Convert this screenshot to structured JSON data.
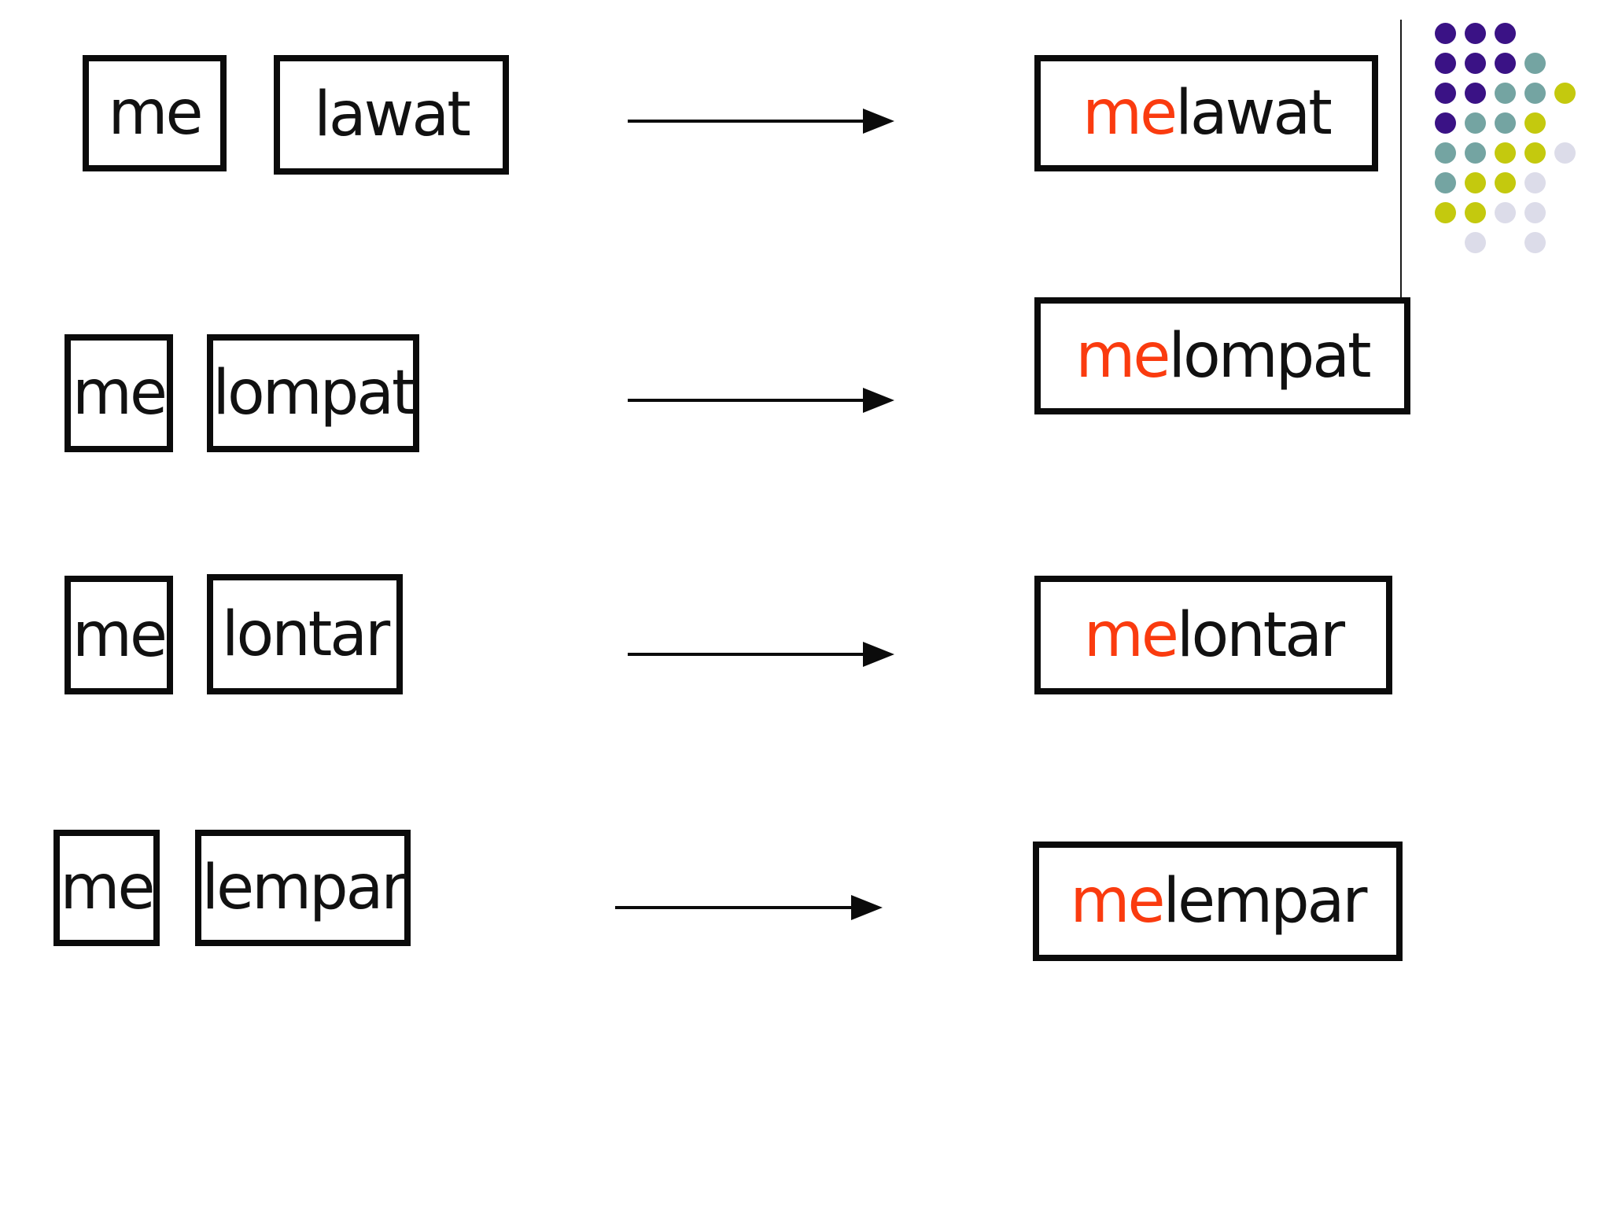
{
  "slide": {
    "background": "#ffffff",
    "accent_red": "#FA3B0F",
    "text_color": "#111111",
    "rows": [
      {
        "prefix": "me",
        "root": "lawat",
        "result": {
          "prefix": "me",
          "root": "lawat"
        }
      },
      {
        "prefix": "me",
        "root": "lompat",
        "result": {
          "prefix": "me",
          "root": "lompat"
        }
      },
      {
        "prefix": "me",
        "root": "lontar",
        "result": {
          "prefix": "me",
          "root": "lontar"
        }
      },
      {
        "prefix": "me",
        "root": "lempar",
        "result": {
          "prefix": "me",
          "root": "lempar"
        }
      }
    ]
  },
  "decoration": {
    "line_color": "#1a1a1a",
    "dot_palette": {
      "P": "#3A1285",
      "T": "#74A4A2",
      "Y": "#C4C90E",
      "L": "#DCDCE9"
    },
    "dot_grid": [
      "PPP..",
      "PPPT.",
      "PPTTY",
      "PTTY.",
      "TTYYL",
      "TYYL.",
      "YYLL.",
      ".L.L."
    ]
  }
}
